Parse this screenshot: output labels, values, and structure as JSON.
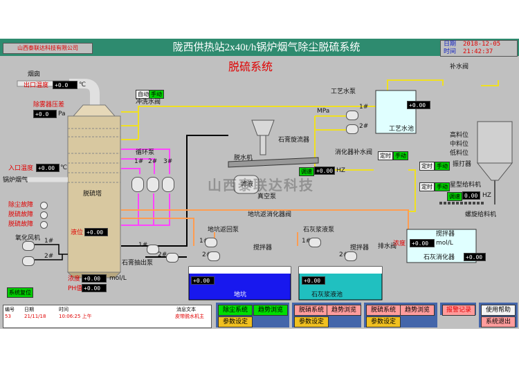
{
  "header": {
    "company": "山西泰联达科技有限公司",
    "title": "陇西供热站2x40t/h锅炉烟气除尘脱硫系统",
    "date_label": "日期",
    "date_value": "2018-12-05",
    "time_label": "时间",
    "time_value": "21:42:37"
  },
  "page_title": "脱硫系统",
  "watermark": "山西泰联达科技",
  "tower": {
    "chimney_label": "烟囱",
    "outlet_temp_label": "出口温度",
    "outlet_temp_value": "+0.0",
    "outlet_temp_unit": "℃",
    "demister_label": "除雾器压差",
    "demister_value": "+0.0",
    "demister_unit": "Pa",
    "inlet_temp_label": "入口温度",
    "inlet_temp_value": "+0.00",
    "inlet_temp_unit": "℃",
    "flue_label": "锅炉烟气",
    "name": "脱硫塔",
    "level_label": "液位",
    "level_value": "+0.00",
    "density_label": "浓度",
    "density_value": "+0.00",
    "density_unit": "mol/L",
    "ph_label": "PH值",
    "ph_value": "+0.00"
  },
  "faults": [
    "除尘故障",
    "脱硫故障",
    "脱硫故障"
  ],
  "fan": {
    "label": "氧化风机",
    "p1": "1#",
    "p2": "2#"
  },
  "reset_label": "系统复位",
  "flush": {
    "auto": "自动",
    "manual": "手动",
    "label": "冲洗水阀"
  },
  "circ": {
    "label": "循环泵",
    "p1": "1#",
    "p2": "2#",
    "p3": "3#"
  },
  "gypsum": {
    "pump_label": "石膏抽出泵",
    "pump1": "1#",
    "pump2": "2#",
    "cyclone_label": "石膏旋流器",
    "dewater_label": "脱水机",
    "vacuum_label": "真空泵",
    "filtrate_label": "滤液",
    "speed_label": "调速",
    "speed_value": "+0.00",
    "speed_unit": "HZ"
  },
  "process_water": {
    "pump_label": "工艺水泵",
    "pressure_unit": "MPa",
    "pump1": "1#",
    "pump2": "2#",
    "tank_label": "工艺水池",
    "tank_value": "+0.00",
    "makeup_label": "补水阀",
    "digest_makeup_label": "消化器补水阀"
  },
  "pit": {
    "return_label": "地坑返回泵",
    "valve_label": "地坑返消化器阀",
    "p1": "1#",
    "p2": "2#",
    "stirrer_label": "搅拌器",
    "tank_value": "+0.00",
    "tank_label": "地坑"
  },
  "lime_slurry": {
    "pump_label": "石灰浆液泵",
    "p1": "1#",
    "p2": "2#",
    "stirrer_label": "搅拌器",
    "tank_value": "+0.00",
    "tank_label": "石灰浆液池",
    "drain_label": "排水阀"
  },
  "digester": {
    "stirrer_label": "搅拌器",
    "density_label": "浓度",
    "density_value": "+0.00",
    "density_unit": "mol/L",
    "label": "石灰消化器",
    "level_value": "+0.00"
  },
  "silo": {
    "high": "高料位",
    "mid": "中料位",
    "low": "低料位",
    "vibrator": "振打器",
    "star_feeder": "星型给料机",
    "screw_feeder": "螺旋给料机",
    "speed_label": "调速",
    "speed_value": "0.00",
    "speed_unit": "HZ"
  },
  "timer": {
    "label": "定时",
    "manual": "手动"
  },
  "table": {
    "headers": [
      "编号",
      "日期",
      "时间",
      "消息文本"
    ],
    "row": [
      "53",
      "21/11/18",
      "10:06:25 上午",
      "皮带脱水机主"
    ]
  },
  "nav": {
    "dust_system": "除尘系统",
    "trend1": "趋势浏览",
    "params1": "参数设定",
    "denitr_system": "脱硝系统",
    "trend2": "趋势浏览",
    "params2": "参数设定",
    "desulf_system": "脱硫系统",
    "trend3": "趋势浏览",
    "params3": "参数设定",
    "alarm_log": "报警记录",
    "help": "使用帮助",
    "exit": "系统退出"
  },
  "colors": {
    "background": "#c0c0c0",
    "header": "#2e8b6f",
    "pipe_water": "#f0e020",
    "pipe_circ": "#ff44ff",
    "pipe_slurry": "#ff9c50",
    "water_blue": "#0000ee",
    "lime_cyan": "#20c0c0"
  }
}
